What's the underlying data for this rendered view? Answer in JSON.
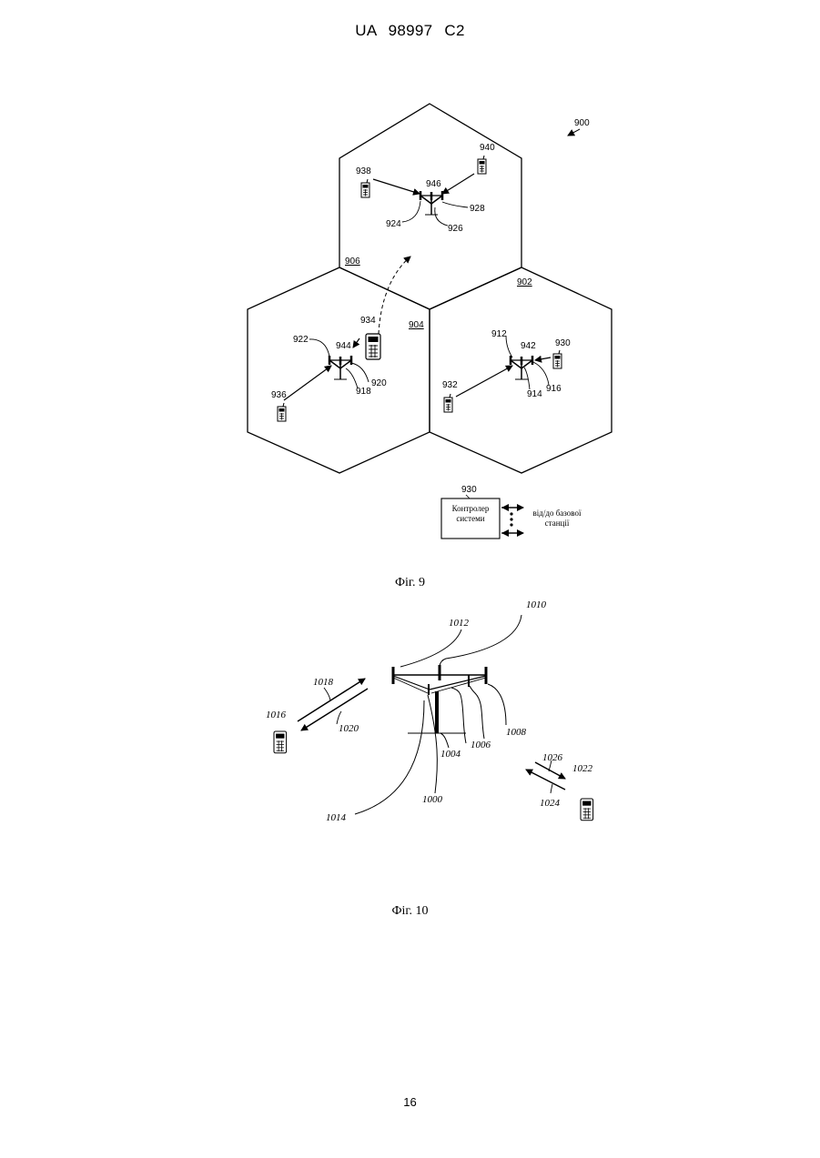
{
  "header": {
    "doc_id": "UA   98997   C2"
  },
  "fig9": {
    "caption": "Фіг. 9",
    "labels": {
      "system": "900",
      "cell_top": "906",
      "cell_left": "904",
      "cell_right": "902",
      "t938": "938",
      "t940": "940",
      "t946": "946",
      "t928": "928",
      "t924": "924",
      "t926": "926",
      "t934": "934",
      "t922": "922",
      "t944": "944",
      "t920": "920",
      "t918": "918",
      "t936": "936",
      "t912": "912",
      "t942": "942",
      "t930": "930",
      "t932": "932",
      "t914": "914",
      "t916": "916",
      "controller_ref": "930"
    },
    "controller": {
      "line1": "Контролер",
      "line2": "системи",
      "io_line1": "від/до базової",
      "io_line2": "станції"
    }
  },
  "fig10": {
    "caption": "Фіг. 10",
    "labels": {
      "l1010": "1010",
      "l1012": "1012",
      "l1018": "1018",
      "l1016": "1016",
      "l1020": "1020",
      "l1004": "1004",
      "l1006": "1006",
      "l1008": "1008",
      "l1014": "1014",
      "l1000": "1000",
      "l1026": "1026",
      "l1022": "1022",
      "l1024": "1024"
    }
  },
  "page_number": "16"
}
